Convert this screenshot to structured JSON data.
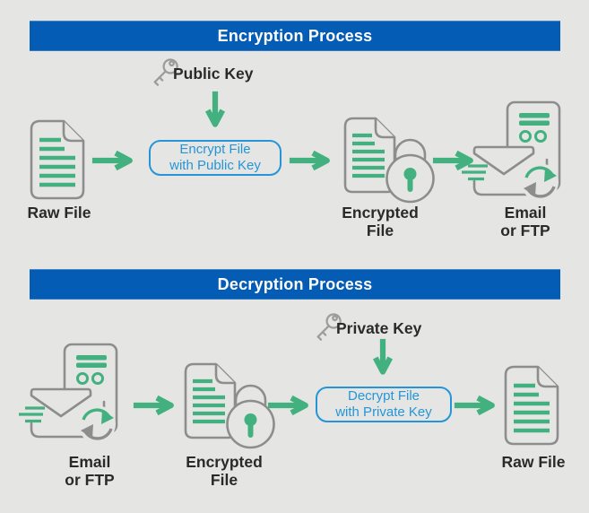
{
  "colors": {
    "background": "#e5e5e4",
    "banner_blue": "#045cb4",
    "banner_text": "#ffffff",
    "green": "#42b17f",
    "outline_gray": "#8d8d8d",
    "key_gray": "#9c9c9c",
    "process_box_blue": "#2496d8",
    "label_ink": "#2b2a28"
  },
  "icons": [
    "key-icon",
    "arrow-down-icon",
    "arrow-right-icon",
    "document-icon",
    "padlock-icon",
    "envelope-icon",
    "server-icon",
    "refresh-icon"
  ],
  "encryption": {
    "banner_title": "Encryption Process",
    "key_label": "Public Key",
    "raw_file_label": "Raw File",
    "process_box": {
      "line1": "Encrypt File",
      "line2": "with Public Key"
    },
    "encrypted_label": {
      "line1": "Encrypted",
      "line2": "File"
    },
    "transfer_label": {
      "line1": "Email",
      "line2": "or FTP"
    }
  },
  "decryption": {
    "banner_title": "Decryption Process",
    "key_label": "Private Key",
    "transfer_label": {
      "line1": "Email",
      "line2": "or FTP"
    },
    "encrypted_label": {
      "line1": "Encrypted",
      "line2": "File"
    },
    "process_box": {
      "line1": "Decrypt File",
      "line2": "with Private Key"
    },
    "raw_file_label": "Raw File"
  }
}
